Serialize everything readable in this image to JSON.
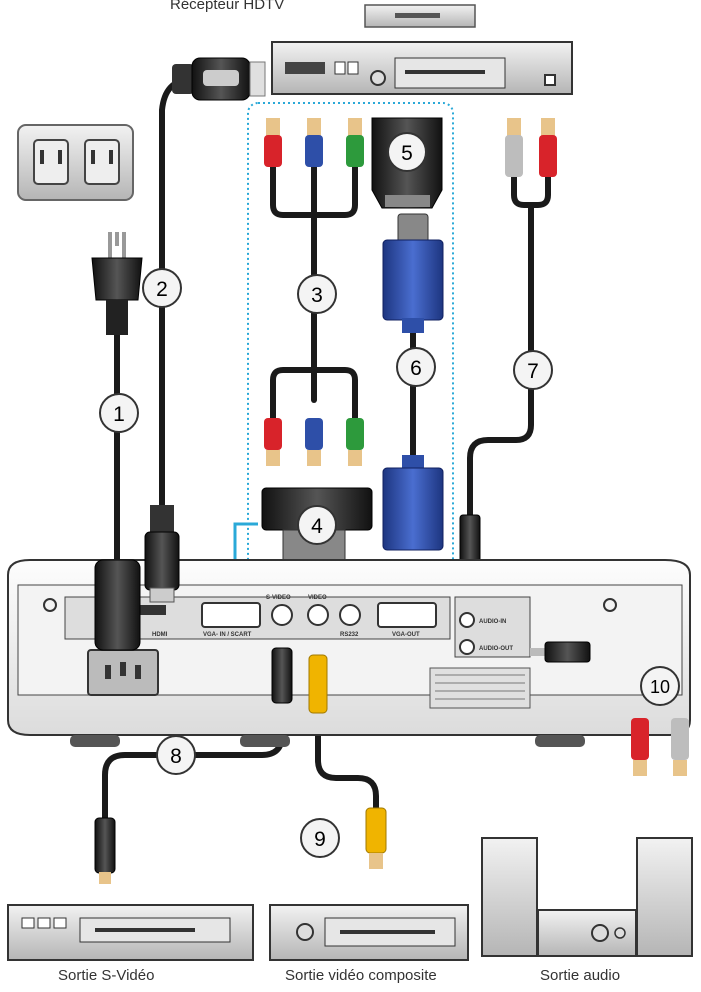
{
  "captions": {
    "hdtv": "Récepteur HDTV",
    "svideo_out": "Sortie S-Vidéo",
    "composite_out": "Sortie vidéo composite",
    "audio_out": "Sortie audio"
  },
  "callouts": [
    "1",
    "2",
    "3",
    "4",
    "5",
    "6",
    "7",
    "8",
    "9",
    "10"
  ],
  "ports": {
    "hdmi": "HDMI",
    "vga_in": "VGA- IN / SCART",
    "svideo": "S-VIDEO",
    "video": "VIDEO",
    "rs232": "RS232",
    "vga_out": "VGA-OUT",
    "audio_in": "AUDIO-IN",
    "audio_out": "AUDIO-OUT"
  },
  "colors": {
    "cable": "#1a1a1a",
    "red_plug": "#d8232a",
    "blue_plug": "#2e4fa8",
    "green_plug": "#2d9a3c",
    "yellow_plug": "#f0b400",
    "white_plug": "#bdbdbd",
    "highlight": "#2aa9d8"
  },
  "icons": [
    "wall-outlet-icon",
    "hdtv-receiver-icon",
    "projector-icon",
    "dvd-player-icon",
    "vcr-icon",
    "speaker-icon",
    "amplifier-icon"
  ]
}
